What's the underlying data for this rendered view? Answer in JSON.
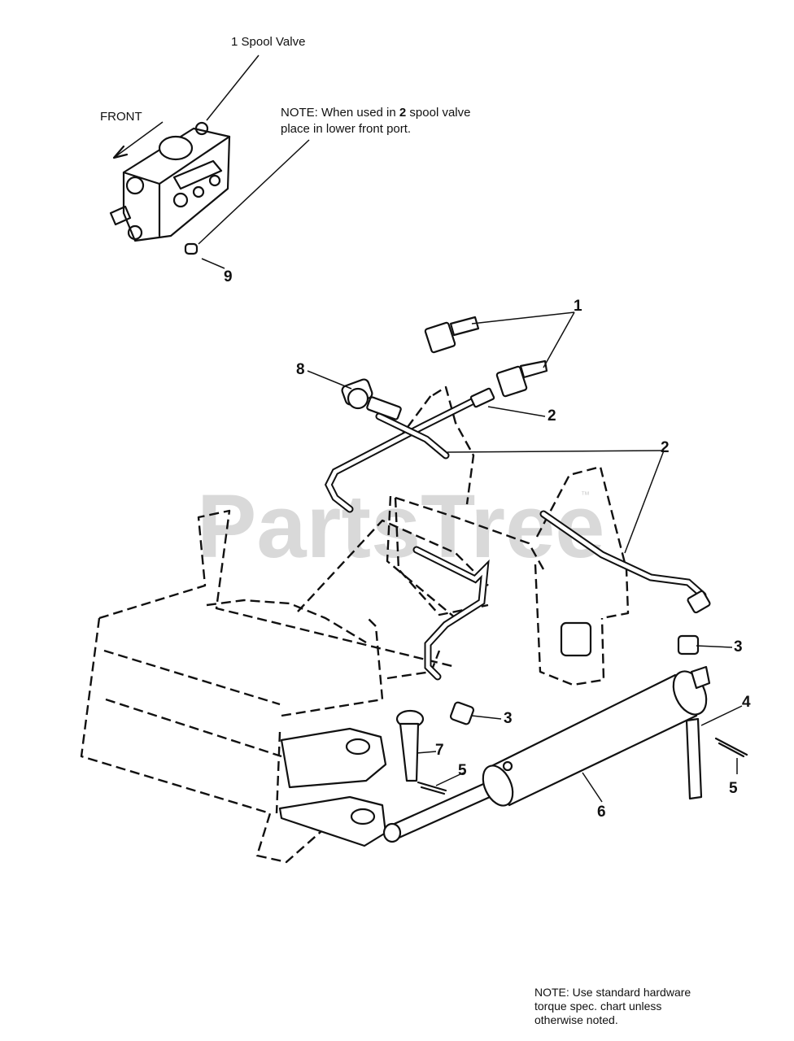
{
  "watermark": {
    "text": "PartsTree",
    "mark": "™"
  },
  "labels": {
    "spool_valve": "1 Spool Valve",
    "front": "FRONT",
    "note_spool_part1": "NOTE: When used in ",
    "note_spool_bold": "2",
    "note_spool_part2": " spool valve",
    "note_spool_line2": "place in lower front port."
  },
  "callouts": {
    "c9": "9",
    "c1": "1",
    "c8": "8",
    "c2a": "2",
    "c2b": "2",
    "c3a": "3",
    "c3b": "3",
    "c4": "4",
    "c5a": "5",
    "c5b": "5",
    "c6": "6",
    "c7": "7"
  },
  "bottom_note": {
    "line1": "NOTE: Use standard hardware",
    "line2": "torque spec. chart unless",
    "line3": "otherwise noted."
  }
}
